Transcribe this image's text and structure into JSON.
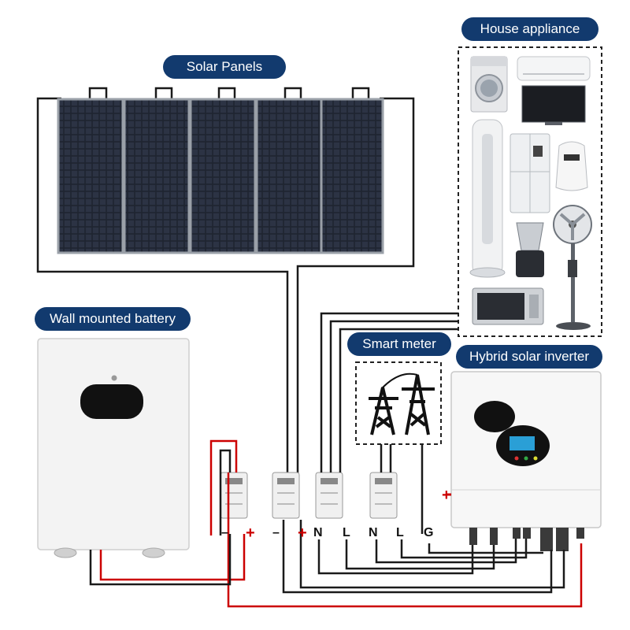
{
  "labels": {
    "solar_panels": "Solar Panels",
    "house_appliance": "House appliance",
    "wall_battery": "Wall mounted battery",
    "smart_meter": "Smart meter",
    "inverter": "Hybrid solar inverter"
  },
  "terminals": {
    "battery_minus": "–",
    "battery_plus": "+",
    "pv_minus": "–",
    "pv_plus": "+",
    "load_n": "N",
    "load_l": "L",
    "grid_n": "N",
    "grid_l": "L",
    "ground": "G"
  },
  "colors": {
    "label_bg": "#123a6e",
    "wire_black": "#1a1a1a",
    "wire_red": "#cc0000"
  },
  "icons": [
    "solar-panel-icon",
    "washing-machine-icon",
    "air-conditioner-icon",
    "tv-icon",
    "tower-fan-icon",
    "refrigerator-icon",
    "air-fryer-icon",
    "blender-icon",
    "pedestal-fan-icon",
    "microwave-icon",
    "transmission-tower-icon",
    "energy-meter-icon",
    "battery-icon",
    "inverter-icon"
  ]
}
